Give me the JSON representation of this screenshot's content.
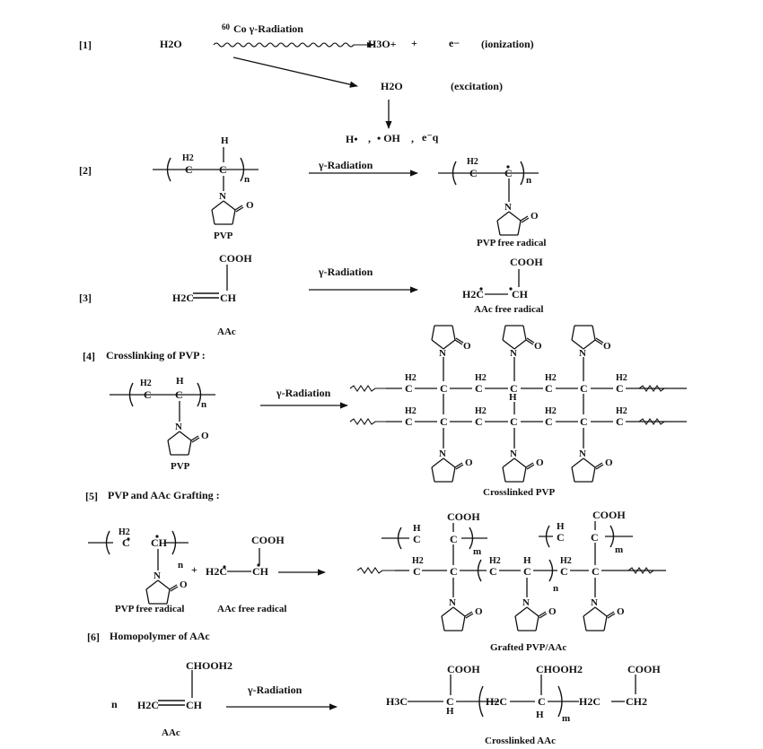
{
  "colors": {
    "ink": "#111111",
    "background": "#ffffff"
  },
  "steps": {
    "s1": "[1]",
    "s2": "[2]",
    "s3": "[3]",
    "s4": "[4]",
    "s5": "[5]",
    "s6": "[6]",
    "s4_title": "Crosslinking of PVP :",
    "s5_title": "PVP and AAc Grafting :",
    "s6_title": "Homopolymer of AAc"
  },
  "radiation": {
    "cobalt_mass": "60",
    "cobalt_label": "Co γ-Radiation",
    "gamma_label": "γ-Radiation"
  },
  "species": {
    "h2o": "H2O",
    "h3o": "H3O+",
    "plus": "+",
    "electron": "e−",
    "ionization": "(ionization)",
    "excitation": "(excitation)",
    "h_radical": "H•",
    "comma": ",",
    "oh_radical": "• OH",
    "eq": "e⁻q"
  },
  "atoms": {
    "H": "H",
    "C": "C",
    "N": "N",
    "O": "O",
    "n": "n",
    "m": "m",
    "H2": "H2",
    "CH": "CH",
    "CH2": "CH2",
    "H2C": "H2C",
    "H3C": "H3C",
    "COOH": "COOH",
    "CHOOH2": "CHOOH2",
    "CHOOH2b": "CHOOH2"
  },
  "labels": {
    "pvp": "PVP",
    "pvp_free_radical": "PVP free radical",
    "aac": "AAc",
    "aac_free_radical": "AAc free radical",
    "crosslinked_pvp": "Crosslinked PVP",
    "grafted": "Grafted PVP/AAc",
    "crosslinked_aac": "Crosslinked AAc",
    "n_coef": "n",
    "plus": "+"
  }
}
